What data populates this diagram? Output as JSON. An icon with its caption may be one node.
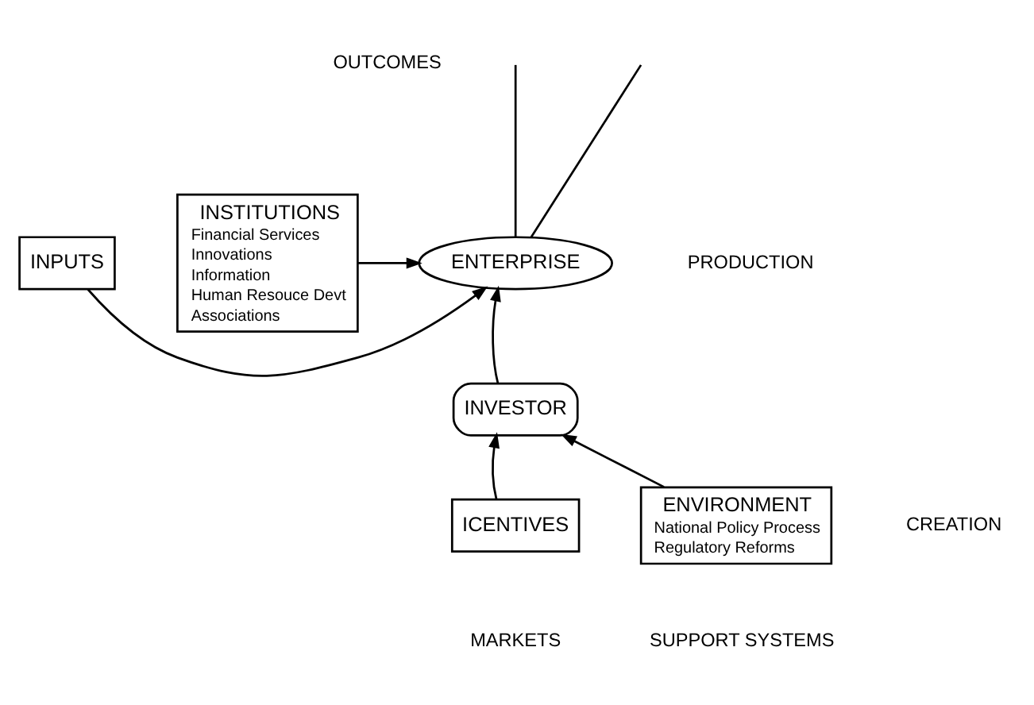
{
  "diagram": {
    "nodes": [
      {
        "text": [
          "ENTERPRISE"
        ]
      },
      {
        "text": [
          "INPUTS"
        ]
      },
      {
        "text": [
          "INSTITUTIONS",
          "Financial Services",
          "Innovations",
          "Information",
          "Human Resouce Devt",
          "Associations"
        ]
      },
      {
        "text": [
          "INVESTOR"
        ]
      },
      {
        "text": [
          "ICENTIVES"
        ]
      },
      {
        "text": [
          "ENVIRONMENT",
          "National Policy Process",
          "Regulatory Reforms"
        ]
      }
    ],
    "edges": [
      {
        "from": 0,
        "to": null,
        "arrow": "none"
      },
      {
        "from": 0,
        "to": null,
        "arrow": "none"
      },
      {
        "from": 1,
        "to": 0,
        "arrow": "to"
      },
      {
        "from": 2,
        "to": 0,
        "arrow": "to"
      },
      {
        "from": 3,
        "to": 0,
        "arrow": "to"
      },
      {
        "from": 4,
        "to": 3,
        "arrow": "to"
      },
      {
        "from": 5,
        "to": 3,
        "arrow": "to"
      }
    ],
    "labels": [
      "OUTCOMES",
      "PRODUCTION",
      "CREATION",
      "MARKETS",
      "SUPPORT SYSTEMS"
    ]
  }
}
